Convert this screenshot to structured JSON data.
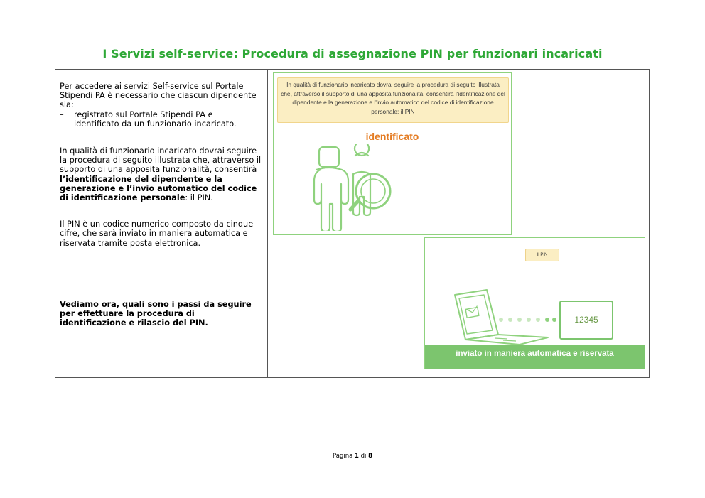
{
  "title": "I Servizi self-service: Procedura di assegnazione PIN per funzionari incaricati",
  "left": {
    "p1": "Per accedere ai servizi Self-service sul Portale Stipendi PA è necessario che ciascun dipendente sia:",
    "bullets": [
      "registrato sul Portale Stipendi PA e",
      "identificato da un funzionario incaricato."
    ],
    "p2_start": "In qualità di funzionario incaricato dovrai seguire la procedura di seguito illustrata che, attraverso il supporto di una apposita funzionalità, consentirà",
    "p2_bold": "l’identificazione del dipendente e la generazione e l’invio automatico del codice di identificazione personale",
    "p2_end": ": il PIN.",
    "p3": "Il PIN è un codice numerico composto da cinque cifre, che sarà inviato in maniera automatica e riservata  tramite posta elettronica.",
    "p4": "Vediamo ora, quali sono i passi da seguire per effettuare la procedura di identificazione e rilascio del PIN."
  },
  "slide1": {
    "note": "In qualità di funzionario incaricato dovrai seguire la procedura di seguito illustrata che, attraverso il supporto di una apposita funzionalità, consentirà l'identificazione del dipendente e la generazione e l'invio automatico del codice di identificazione personale: il PIN",
    "label": "identificato"
  },
  "slide2": {
    "tag": "Il PIN",
    "pin": "12345",
    "caption": "inviato in maniera automatica e riservata"
  },
  "footer": {
    "prefix": "Pagina ",
    "page": "1",
    "of": " di ",
    "total": "8"
  },
  "colors": {
    "title_green": "#2ea836",
    "orange": "#e47b22",
    "band_green": "#7cc56e",
    "note_bg": "#fbeec3"
  }
}
